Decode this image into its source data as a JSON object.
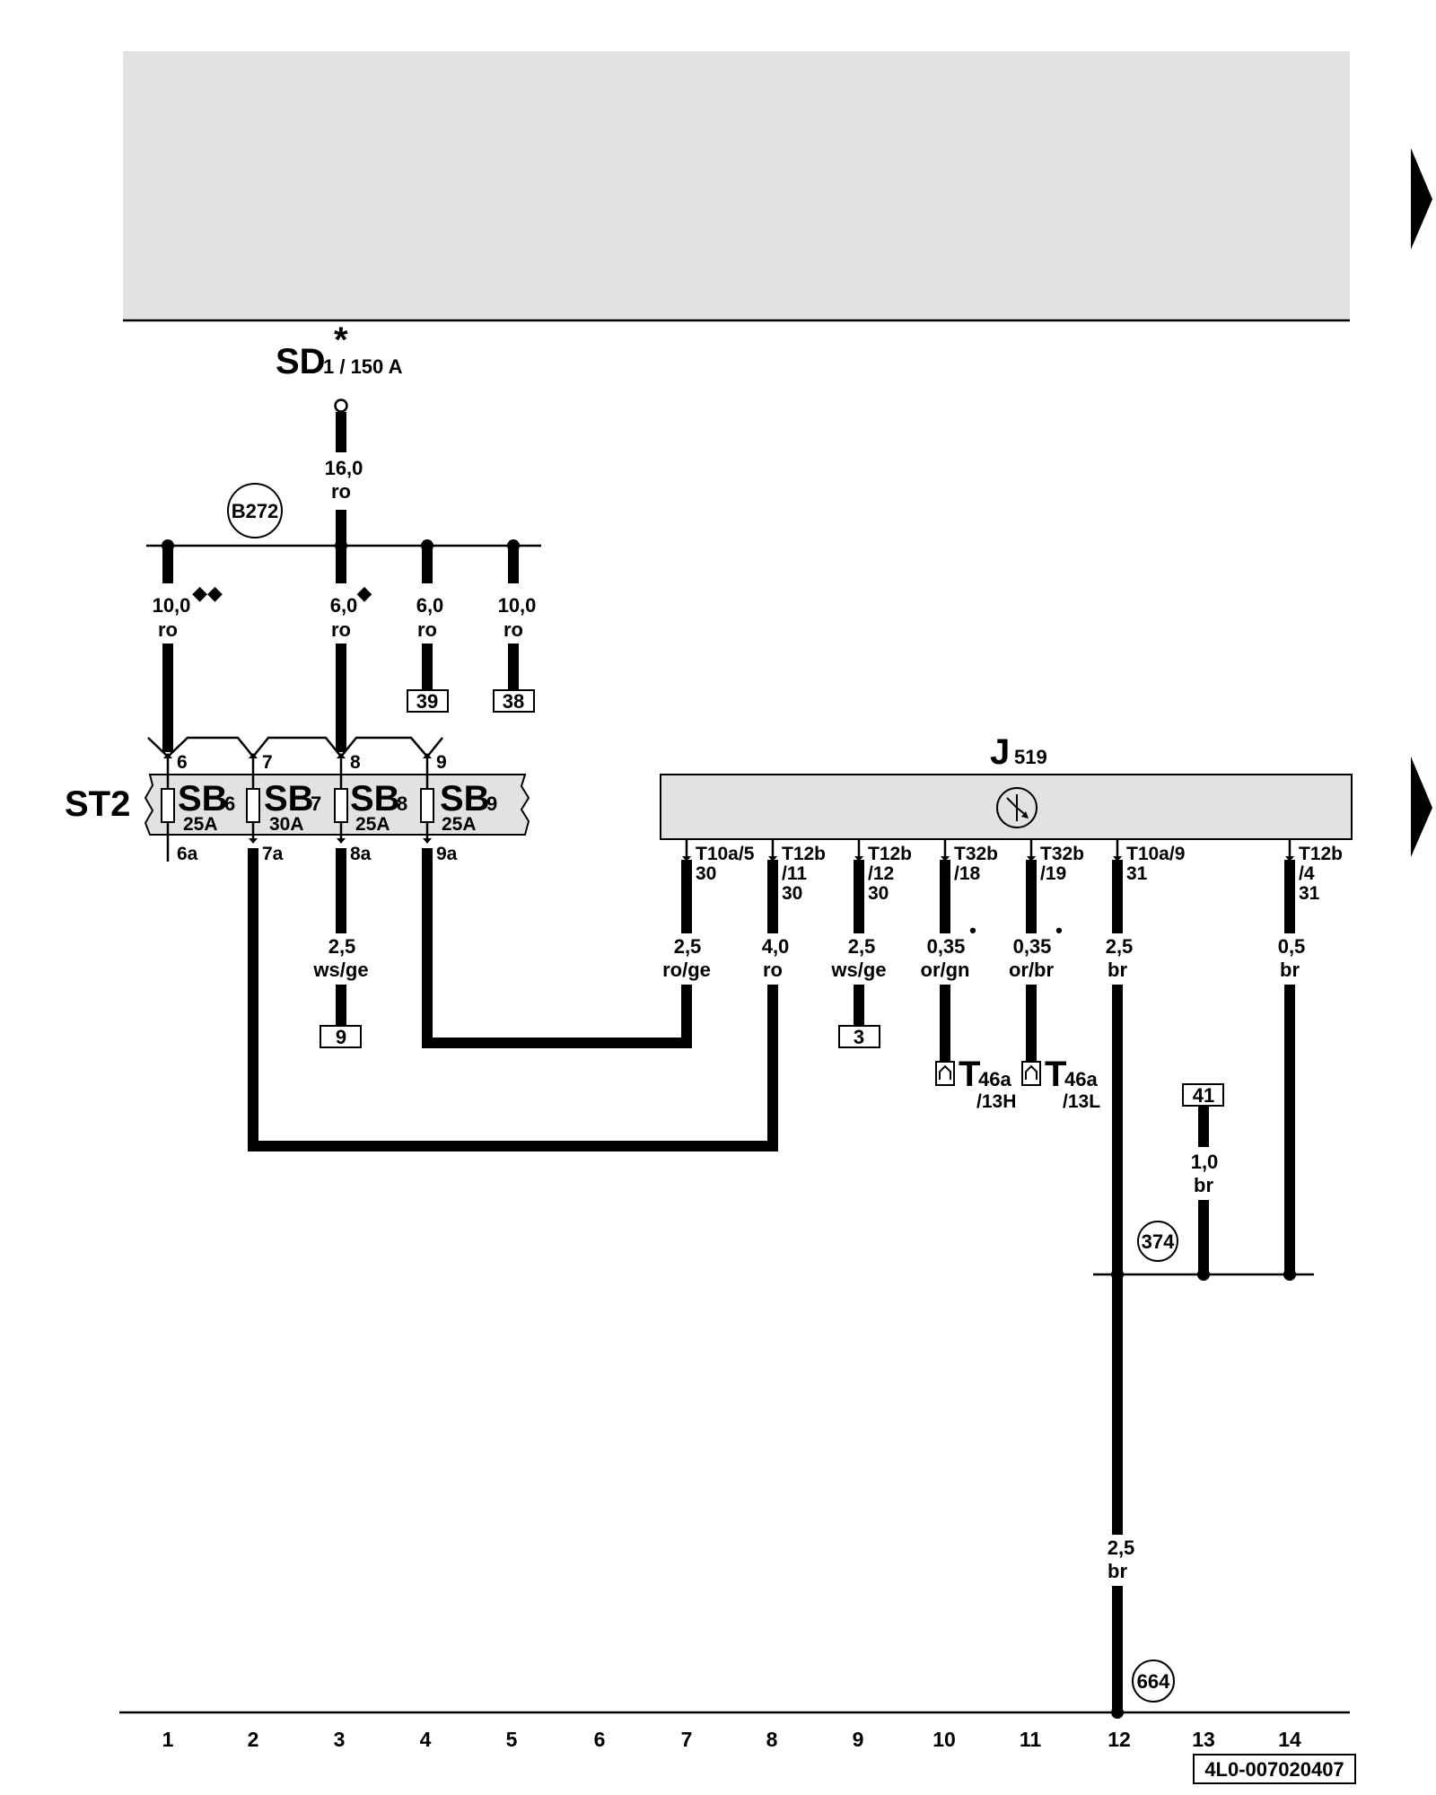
{
  "supply": {
    "name": "SD",
    "star": "*",
    "sub": "1 / 150 A",
    "wire_size": "16,0",
    "wire_color": "ro"
  },
  "busbar_label": "B272",
  "feeds": [
    {
      "size": "10,0",
      "color": "ro",
      "marks": "◆◆"
    },
    {
      "size": "6,0",
      "color": "ro",
      "marks": "◆"
    },
    {
      "size": "6,0",
      "color": "ro",
      "ref": "39"
    },
    {
      "size": "10,0",
      "color": "ro",
      "ref": "38"
    }
  ],
  "fuse_block": {
    "name": "ST2",
    "fuses": [
      {
        "name": "SB",
        "num": "6",
        "rating": "25A",
        "pin_top": "6",
        "pin_bottom": "6a"
      },
      {
        "name": "SB",
        "num": "7",
        "rating": "30A",
        "pin_top": "7",
        "pin_bottom": "7a"
      },
      {
        "name": "SB",
        "num": "8",
        "rating": "25A",
        "pin_top": "8",
        "pin_bottom": "8a"
      },
      {
        "name": "SB",
        "num": "9",
        "rating": "25A",
        "pin_top": "9",
        "pin_bottom": "9a"
      }
    ]
  },
  "wire_8a": {
    "size": "2,5",
    "color": "ws/ge",
    "ref": "9"
  },
  "module": {
    "name": "J",
    "sub": "519",
    "pins": [
      {
        "l1": "T10a/5",
        "l2": "30",
        "l3": "",
        "size": "2,5",
        "color": "ro/ge"
      },
      {
        "l1": "T12b",
        "l2": "/11",
        "l3": "30",
        "size": "4,0",
        "color": "ro"
      },
      {
        "l1": "T12b",
        "l2": "/12",
        "l3": "30",
        "size": "2,5",
        "color": "ws/ge",
        "ref": "3"
      },
      {
        "l1": "T32b",
        "l2": "/18",
        "l3": "",
        "size": "0,35",
        "color": "or/gn",
        "dot": "•",
        "conn": "T",
        "conn_sub": "46a",
        "conn_pin": "/13H"
      },
      {
        "l1": "T32b",
        "l2": "/19",
        "l3": "",
        "size": "0,35",
        "color": "or/br",
        "dot": "•",
        "conn": "T",
        "conn_sub": "46a",
        "conn_pin": "/13L"
      },
      {
        "l1": "T10a/9",
        "l2": "31",
        "l3": "",
        "size": "2,5",
        "color": "br"
      },
      {
        "l1": "T12b",
        "l2": "/4",
        "l3": "31",
        "size": "0,5",
        "color": "br"
      }
    ]
  },
  "wire_41": {
    "ref": "41",
    "size": "1,0",
    "color": "br"
  },
  "ground_node": "374",
  "ground_wire": {
    "size": "2,5",
    "color": "br"
  },
  "ground_point": "664",
  "columns": [
    "1",
    "2",
    "3",
    "4",
    "5",
    "6",
    "7",
    "8",
    "9",
    "10",
    "11",
    "12",
    "13",
    "14"
  ],
  "diagram_code": "4L0-007020407"
}
